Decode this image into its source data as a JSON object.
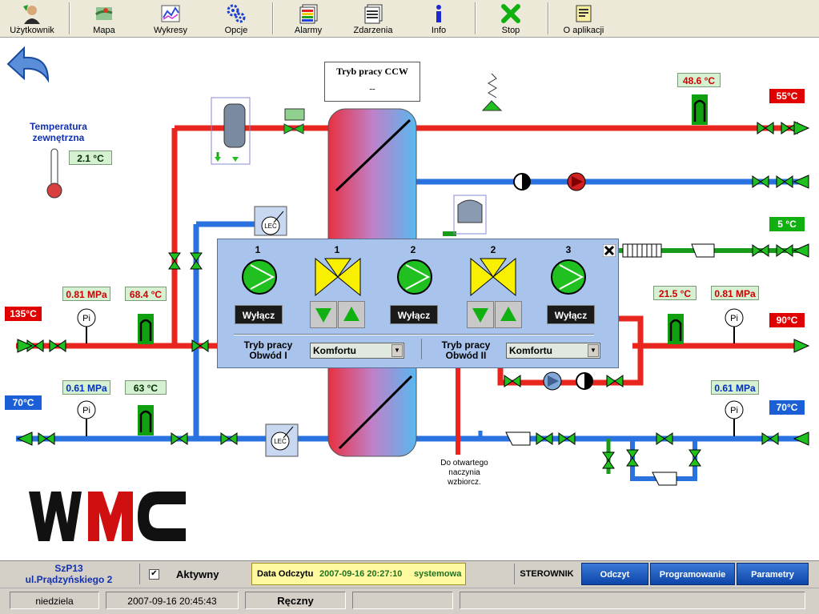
{
  "toolbar": {
    "items": [
      {
        "label": "Użytkownik",
        "icon": "user-icon"
      },
      {
        "label": "Mapa",
        "icon": "map-icon"
      },
      {
        "label": "Wykresy",
        "icon": "chart-icon"
      },
      {
        "label": "Opcje",
        "icon": "gears-icon"
      },
      {
        "label": "Alarmy",
        "icon": "alarm-icon"
      },
      {
        "label": "Zdarzenia",
        "icon": "events-icon"
      },
      {
        "label": "Info",
        "icon": "info-icon"
      },
      {
        "label": "Stop",
        "icon": "stop-icon"
      },
      {
        "label": "O aplikacji",
        "icon": "about-icon"
      }
    ]
  },
  "outside_temp": {
    "title_line1": "Temperatura",
    "title_line2": "zewnętrzna",
    "value": "2.1",
    "unit": "°C"
  },
  "ccw_mode": {
    "title": "Tryb pracy CCW",
    "value": "--"
  },
  "readouts": {
    "top_right_temp": "48.6",
    "top_right_temp_unit": "°C",
    "supply_pressure": "0.81 MPa",
    "supply_temp": "68.4",
    "supply_temp_unit": "°C",
    "return_pressure": "0.61 MPa",
    "return_temp": "63",
    "return_temp_unit": "°C",
    "circuit_temp": "21.5",
    "circuit_temp_unit": "°C",
    "circuit_pressure": "0.81 MPa",
    "circuit_return_pressure": "0.61 MPa",
    "gauge_label": "Pi"
  },
  "badges": {
    "dhw_temp": "55",
    "dhw_unit": "°C",
    "cold_water": "5",
    "cold_unit": "°C",
    "network_supply": "135",
    "network_supply_unit": "°C",
    "network_return": "70",
    "network_return_unit": "°C",
    "circuit_supply": "90",
    "circuit_supply_unit": "°C",
    "circuit_return": "70",
    "circuit_return_unit": "°C"
  },
  "lec_label": "LEC",
  "drain_note": {
    "line1": "Do otwartego",
    "line2": "naczynia",
    "line3": "wzbiorcz."
  },
  "control_panel": {
    "pumps": [
      {
        "number": "1",
        "button": "Wyłącz"
      },
      {
        "number": "2",
        "button": "Wyłącz"
      },
      {
        "number": "3",
        "button": "Wyłącz"
      }
    ],
    "valves": [
      {
        "number": "1"
      },
      {
        "number": "2"
      }
    ],
    "mode1": {
      "label_line1": "Tryb pracy",
      "label_line2": "Obwód I",
      "value": "Komfortu"
    },
    "mode2": {
      "label_line1": "Tryb pracy",
      "label_line2": "Obwód II",
      "value": "Komfortu"
    }
  },
  "logo_text": "WMC",
  "bottom": {
    "site_line1": "SzP13",
    "site_line2": "ul.Prądzyńskiego 2",
    "active_label": "Aktywny",
    "read_date_label": "Data Odczytu",
    "read_date_value": "2007-09-16 20:27:10",
    "read_source": "systemowa",
    "controller_label": "STEROWNIK",
    "btn_read": "Odczyt",
    "btn_program": "Programowanie",
    "btn_params": "Parametry"
  },
  "status": {
    "day": "niedziela",
    "datetime": "2007-09-16 20:45:43",
    "mode": "Ręczny"
  },
  "colors": {
    "hot": "#e8251e",
    "cold": "#2a72e0",
    "green_pipe": "#1a9a1a",
    "toolbar": "#ece9d8"
  }
}
